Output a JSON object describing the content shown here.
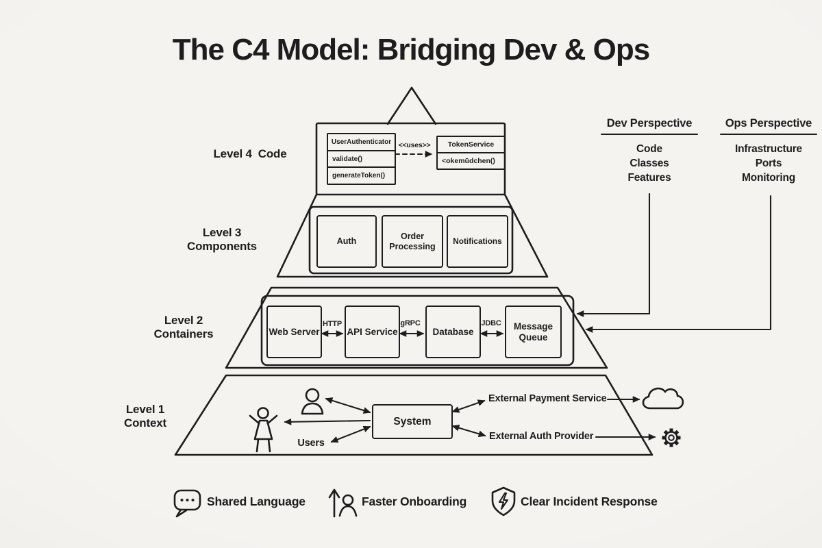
{
  "title": "The C4 Model: Bridging Dev & Ops",
  "pyramid": {
    "level4": {
      "side_label": "Level 4  Code",
      "class_left": {
        "name": "UserAuthenticator",
        "method1": "validate()",
        "method2": "generateToken()"
      },
      "relation_label": "<<uses>>",
      "class_right": {
        "name": "TokenService",
        "method1": "<okemūdchen()"
      }
    },
    "level3": {
      "side_label_line1": "Level 3",
      "side_label_line2": "Components",
      "components": [
        "Auth",
        "Order Processing",
        "Notifications"
      ]
    },
    "level2": {
      "side_label_line1": "Level 2",
      "side_label_line2": "Containers",
      "containers": [
        "Web Server",
        "API Service",
        "Database",
        "Message Queue"
      ],
      "protocols": [
        "HTTP",
        "gRPC",
        "JDBC"
      ]
    },
    "level1": {
      "side_label_line1": "Level 1",
      "side_label_line2": "Context",
      "users_label": "Users",
      "system_label": "System",
      "external_payment_label": "External Payment Service",
      "external_auth_label": "External Auth Provider"
    }
  },
  "perspectives": {
    "dev": {
      "title": "Dev Perspective",
      "items": [
        "Code",
        "Classes",
        "Features"
      ]
    },
    "ops": {
      "title": "Ops Perspective",
      "items": [
        "Infrastructure",
        "Ports",
        "Monitoring"
      ]
    }
  },
  "benefits": [
    {
      "icon": "speech-bubble-icon",
      "label": "Shared Language"
    },
    {
      "icon": "person-up-arrow-icon",
      "label": "Faster Onboarding"
    },
    {
      "icon": "shield-lightning-icon",
      "label": "Clear Incident Response"
    }
  ],
  "colors": {
    "background": "#f2f0ec",
    "ink": "#1d1d1d"
  }
}
